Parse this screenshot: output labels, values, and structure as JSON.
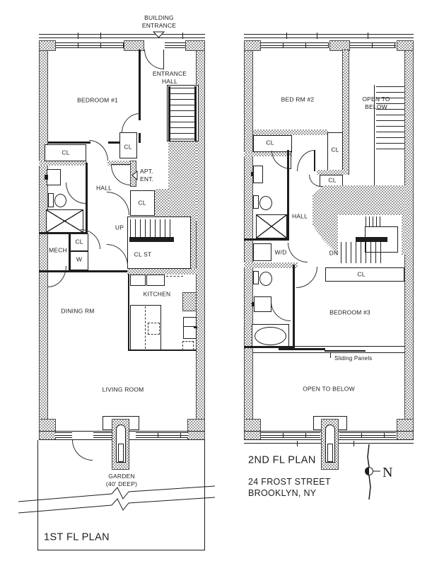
{
  "colors": {
    "ink": "#1d1d1d",
    "hatch_gray": "#9b9b9b",
    "paper": "#ffffff"
  },
  "floor1": {
    "building_entrance": "BUILDING\nENTRANCE",
    "entrance_hall": "ENTRANCE\nHALL",
    "bedroom1": "BEDROOM #1",
    "closet": "CL",
    "apt_entrance": "APT.\nENT.",
    "hall": "HALL",
    "up": "UP",
    "closet_storage": "CL ST",
    "mech": "MECH",
    "washer": "W",
    "dining_room": "DINING RM",
    "kitchen": "KITCHEN",
    "living_room": "LIVING ROOM",
    "garden": "GARDEN\n(40' DEEP)",
    "plan_title": "1ST FL PLAN"
  },
  "floor2": {
    "bedroom2": "BED RM #2",
    "open_to_below": "OPEN TO\nBELOW",
    "closet": "CL",
    "hall": "HALL",
    "washer_dryer": "W/D",
    "down": "DN",
    "bedroom3": "BEDROOM #3",
    "sliding_panels": "Sliding Panels",
    "open_to_below_wide": "OPEN TO BELOW",
    "plan_title": "2ND FL PLAN"
  },
  "address": {
    "street": "24 FROST STREET",
    "city": "BROOKLYN, NY"
  },
  "compass": {
    "north": "N"
  }
}
